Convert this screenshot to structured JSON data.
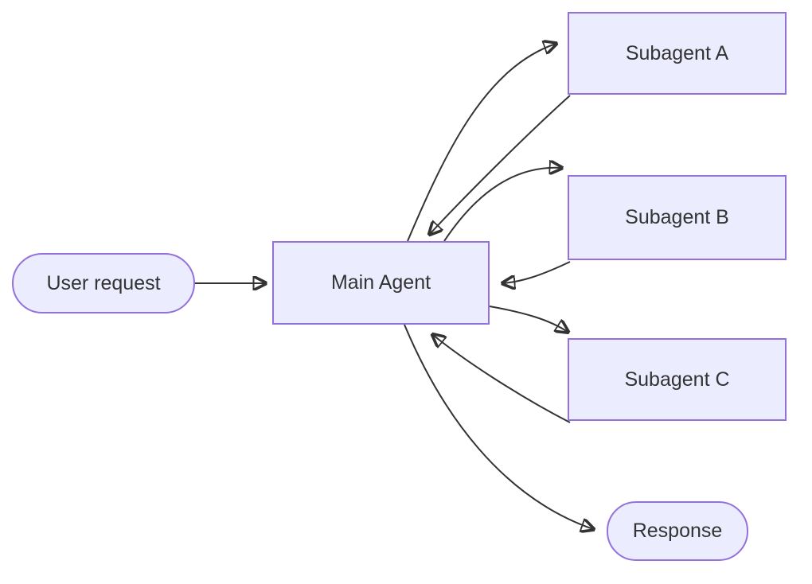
{
  "diagram": {
    "type": "flowchart",
    "direction": "left-to-right",
    "colors": {
      "node_fill": "#ECECFF",
      "node_border": "#9370DB",
      "edge": "#333333",
      "text": "#333333",
      "background": "#ffffff"
    },
    "nodes": [
      {
        "id": "user_request",
        "label": "User request",
        "shape": "stadium"
      },
      {
        "id": "main_agent",
        "label": "Main Agent",
        "shape": "rectangle"
      },
      {
        "id": "subagent_a",
        "label": "Subagent A",
        "shape": "rectangle"
      },
      {
        "id": "subagent_b",
        "label": "Subagent B",
        "shape": "rectangle"
      },
      {
        "id": "subagent_c",
        "label": "Subagent C",
        "shape": "rectangle"
      },
      {
        "id": "response",
        "label": "Response",
        "shape": "stadium"
      }
    ],
    "edges": [
      {
        "from": "user_request",
        "to": "main_agent"
      },
      {
        "from": "main_agent",
        "to": "subagent_a"
      },
      {
        "from": "subagent_a",
        "to": "main_agent"
      },
      {
        "from": "main_agent",
        "to": "subagent_b"
      },
      {
        "from": "subagent_b",
        "to": "main_agent"
      },
      {
        "from": "main_agent",
        "to": "subagent_c"
      },
      {
        "from": "subagent_c",
        "to": "main_agent"
      },
      {
        "from": "main_agent",
        "to": "response"
      }
    ]
  }
}
